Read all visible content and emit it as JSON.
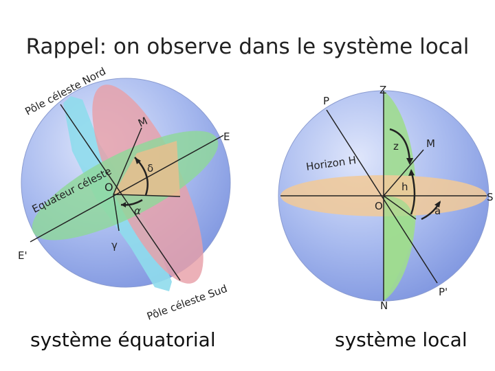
{
  "title": "Rappel: on observe dans le système local",
  "equatorial": {
    "pole_nord": "Pôle céleste Nord",
    "pole_sud": "Pôle céleste Sud",
    "equateur": "Equateur céleste",
    "east": "E",
    "west": "E'",
    "origin": "O",
    "star": "M",
    "declination": "δ",
    "right_ascension": "α",
    "vernal_point": "γ",
    "caption": "système équatorial"
  },
  "local": {
    "zenith": "Z",
    "nadir": "N",
    "pole": "P",
    "pole_opposite": "P'",
    "star": "M",
    "zenith_distance": "z",
    "horizon": "Horizon H",
    "height": "h",
    "origin": "O",
    "azimuth": "a",
    "south": "S",
    "caption": "système local"
  },
  "colors": {
    "sphere": "#a6b8ee",
    "meridian_pink": "#e8a0a8",
    "equator_green": "#8fd89a",
    "meridian_cyan": "#8fdcec",
    "wedge_orange": "#e8be8e",
    "horizon_orange": "#f0c99a",
    "local_meridian_green": "#9fdc8f"
  }
}
